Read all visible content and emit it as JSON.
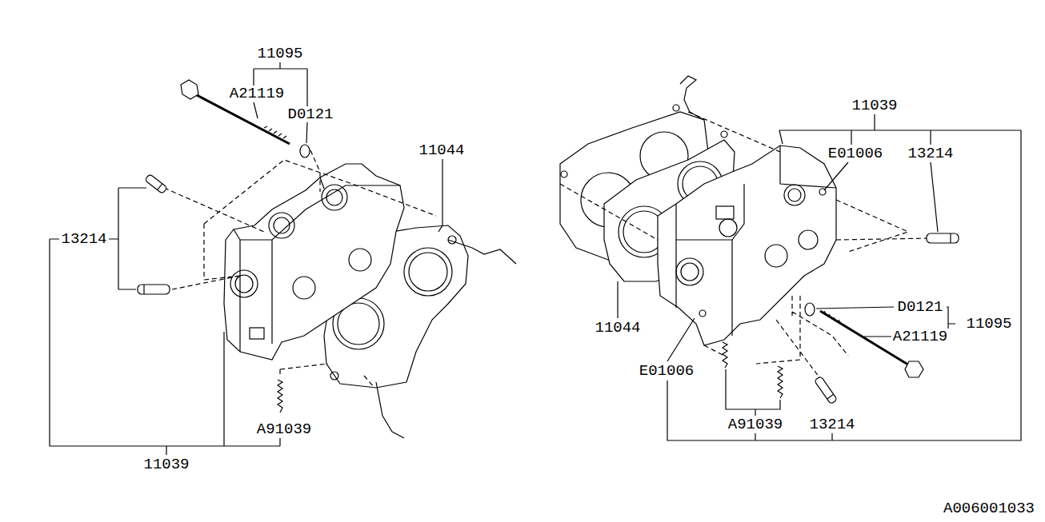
{
  "diagram": {
    "labels": [
      "11095",
      "A21119",
      "D0121",
      "11044",
      "13214",
      "A91039",
      "11039",
      "11039",
      "E01006",
      "13214",
      "D0121",
      "11095",
      "A21119",
      "11044",
      "E01006",
      "A91039",
      "13214",
      "A006001033"
    ]
  }
}
